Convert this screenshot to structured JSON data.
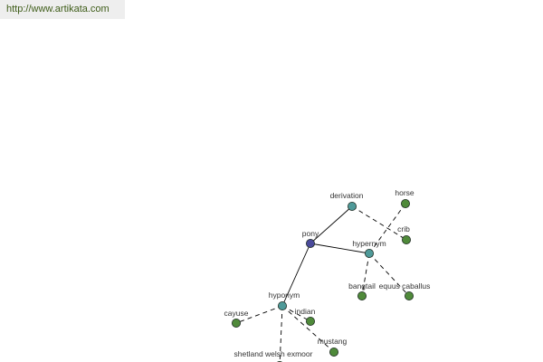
{
  "header": {
    "url": "http://www.artikata.com"
  },
  "colors": {
    "root_node": "#4a4a9a",
    "relation_node": "#4f9a99",
    "word_node": "#4f8a3a",
    "node_outline": "#1e2b22",
    "edge": "#000000",
    "url_text": "#3e5c18",
    "url_background": "#eeeeee"
  },
  "graph": {
    "nodes": [
      {
        "id": "pony",
        "label": "pony",
        "kind": "root"
      },
      {
        "id": "derivation",
        "label": "derivation",
        "kind": "relation"
      },
      {
        "id": "hypernym",
        "label": "hypernym",
        "kind": "relation"
      },
      {
        "id": "hyponym",
        "label": "hyponym",
        "kind": "relation"
      },
      {
        "id": "horse",
        "label": "horse",
        "kind": "word"
      },
      {
        "id": "crib",
        "label": "crib",
        "kind": "word"
      },
      {
        "id": "bangtail",
        "label": "bangtail",
        "kind": "word"
      },
      {
        "id": "equus-caballus",
        "label": "equus caballus",
        "kind": "word"
      },
      {
        "id": "cayuse",
        "label": "cayuse",
        "kind": "word"
      },
      {
        "id": "indian",
        "label": "indian",
        "kind": "word"
      },
      {
        "id": "mustang",
        "label": "mustang",
        "kind": "word"
      },
      {
        "id": "shetland-welsh-exmoor",
        "label": "shetland welsh exmoor",
        "kind": "word"
      }
    ],
    "edges": [
      {
        "from": "pony",
        "to": "derivation",
        "style": "solid"
      },
      {
        "from": "pony",
        "to": "hypernym",
        "style": "solid"
      },
      {
        "from": "pony",
        "to": "hyponym",
        "style": "solid"
      },
      {
        "from": "derivation",
        "to": "crib",
        "style": "dashed"
      },
      {
        "from": "hypernym",
        "to": "horse",
        "style": "dashed"
      },
      {
        "from": "hypernym",
        "to": "bangtail",
        "style": "dashed"
      },
      {
        "from": "hypernym",
        "to": "equus-caballus",
        "style": "dashed"
      },
      {
        "from": "hyponym",
        "to": "cayuse",
        "style": "dashed"
      },
      {
        "from": "hyponym",
        "to": "indian",
        "style": "dashed"
      },
      {
        "from": "hyponym",
        "to": "mustang",
        "style": "dashed"
      },
      {
        "from": "hyponym",
        "to": "shetland-welsh-exmoor",
        "style": "dashed"
      }
    ]
  }
}
